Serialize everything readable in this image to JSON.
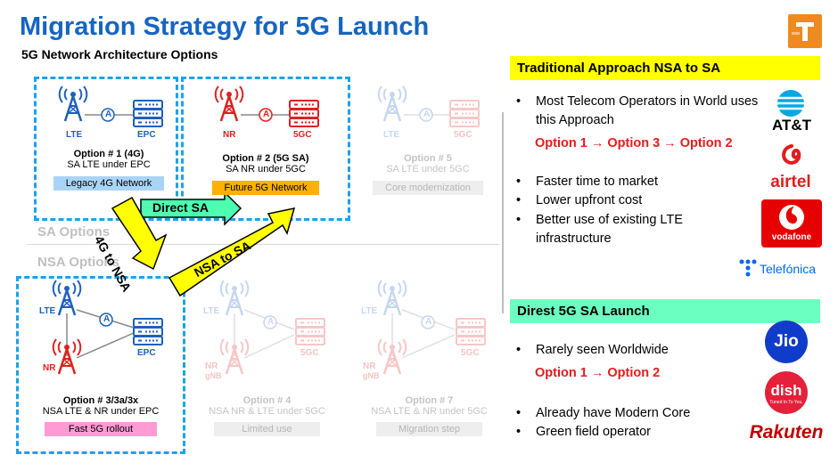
{
  "title": "Migration Strategy for 5G Launch",
  "subtitle": "5G Network Architecture Options",
  "section_labels": {
    "sa": "SA Options",
    "nsa": "NSA Options"
  },
  "options": [
    {
      "id": "opt1",
      "title": "Option # 1 (4G)",
      "sub": "SA LTE under EPC",
      "tag": "Legacy 4G Network",
      "ran": "LTE",
      "core": "EPC",
      "iface": "A"
    },
    {
      "id": "opt2",
      "title": "Option # 2 (5G SA)",
      "sub": "SA NR under 5GC",
      "tag": "Future 5G Network",
      "ran": "NR",
      "core": "5GC",
      "iface": "A"
    },
    {
      "id": "opt5",
      "title": "Option # 5",
      "sub": "SA LTE under 5GC",
      "tag": "Core modernization",
      "ran": "LTE",
      "core": "5GC",
      "iface": "A"
    },
    {
      "id": "opt3",
      "title": "Option # 3/3a/3x",
      "sub": "NSA LTE & NR under EPC",
      "tag": "Fast 5G rollout",
      "ran1": "LTE",
      "ran2": "NR",
      "core": "EPC",
      "iface": "A"
    },
    {
      "id": "opt4",
      "title": "Option # 4",
      "sub": "NSA NR & LTE under 5GC",
      "tag": "Limited use",
      "ran1": "LTE",
      "ran2": "NR",
      "ran2b": "gNB",
      "core": "5GC",
      "iface": "A"
    },
    {
      "id": "opt7",
      "title": "Option # 7",
      "sub": "NSA LTE & NR under 5GC",
      "tag": "Migration step",
      "ran1": "LTE",
      "ran2": "NR",
      "ran2b": "gNB",
      "core": "5GC",
      "iface": "A"
    }
  ],
  "arrows": {
    "direct_sa": "Direct SA",
    "4g_to_nsa": "4G to NSA",
    "nsa_to_sa": "NSA to SA"
  },
  "traditional": {
    "heading": "Traditional Approach NSA to SA",
    "bullet1": "Most Telecom Operators in World uses this Approach",
    "path": "Option 1 → Option 3 → Option 2",
    "bullets": [
      "Faster time to market",
      "Lower upfront cost",
      "Better use of existing LTE infrastructure"
    ]
  },
  "direct": {
    "heading": "Direst 5G SA Launch",
    "bullet1": "Rarely seen Worldwide",
    "path": "Option 1 → Option 2",
    "bullets": [
      "Already have Modern Core",
      "Green field operator"
    ]
  },
  "brands": {
    "att": "AT&T",
    "airtel": "airtel",
    "vodafone": "vodafone",
    "telefonica": "Telefónica",
    "jio": "Jio",
    "dish": "dish",
    "dish_tag": "Tuned In To You.",
    "rakuten": "Rakuten"
  },
  "colors": {
    "title_blue": "#1565c0",
    "dashed_blue": "#1aa3e8",
    "node_blue": "#1f5fbf",
    "node_red": "#e02020",
    "arrow_yellow": "#ffff00",
    "arrow_green": "#4dffb0",
    "head_yellow": "#ffff00",
    "head_green": "#6bffc1",
    "tag_blue": "#a9d4f5",
    "tag_orange": "#ffb000",
    "tag_pink": "#ff9ad5",
    "tag_grey": "#eeeeee"
  }
}
